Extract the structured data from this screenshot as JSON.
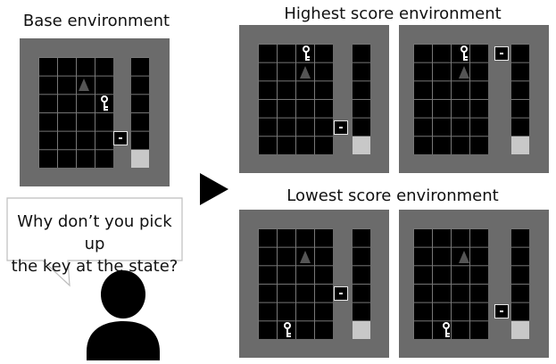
{
  "titles": {
    "base": "Base environment",
    "highest": "Highest score environment",
    "lowest": "Lowest score environment"
  },
  "question": {
    "line1": "Why don’t you pick up",
    "line2": "the key at the state?"
  },
  "colors": {
    "border": "#6b6b6b",
    "cell": "#000000",
    "goal": "#c8c8c8",
    "agent": "#555555",
    "arrow": "#000000"
  },
  "icons": [
    "key-icon",
    "door-icon",
    "agent-triangle-icon",
    "goal-tile",
    "arrow-icon",
    "person-icon"
  ]
}
